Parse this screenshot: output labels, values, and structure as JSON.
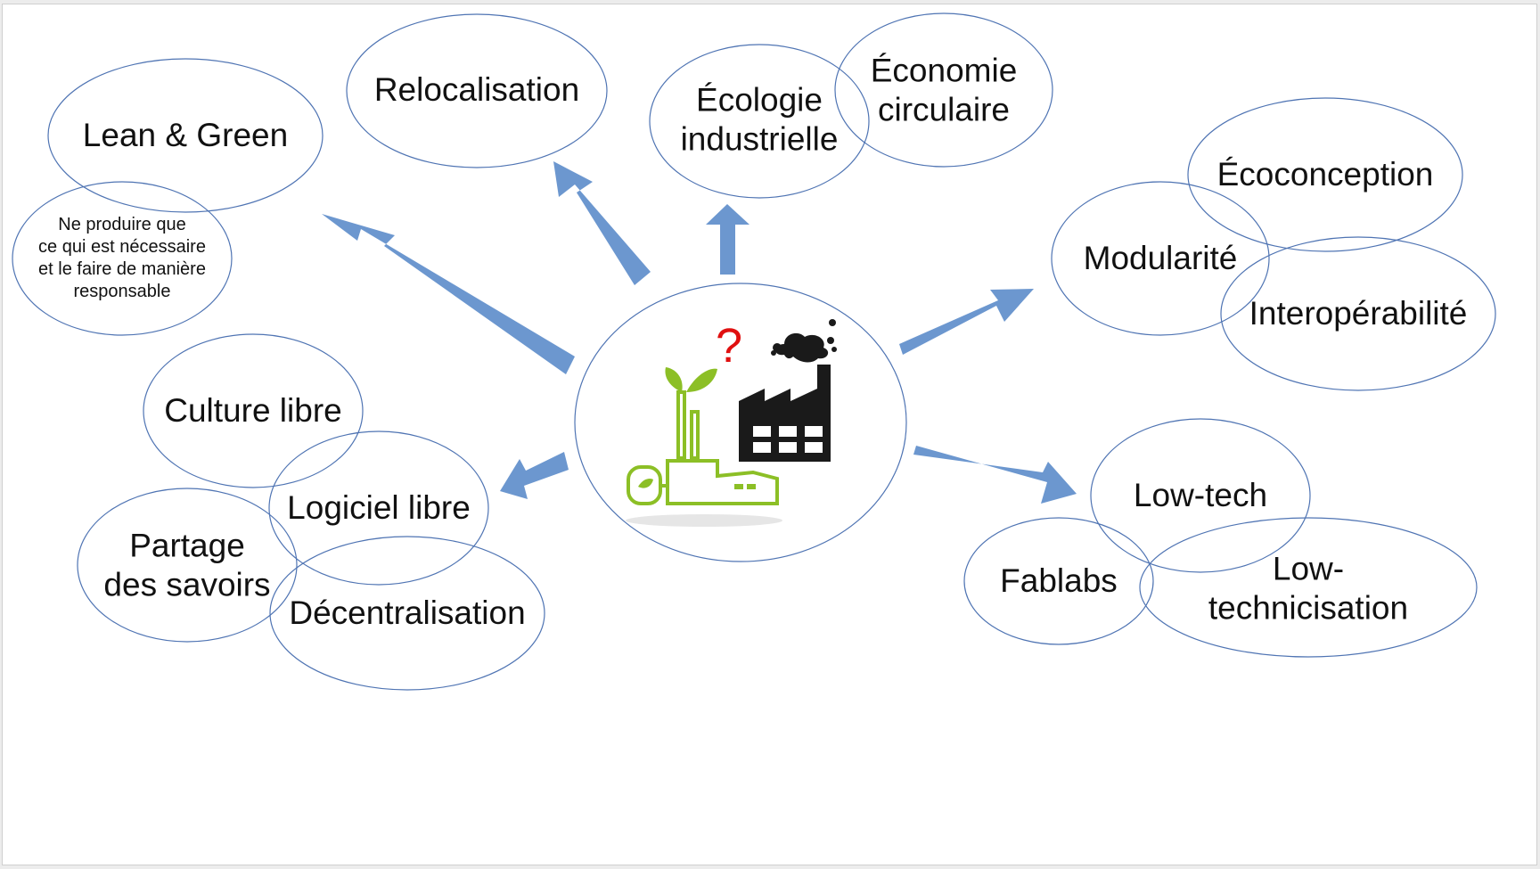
{
  "nodes": {
    "lean_green": "Lean & Green",
    "lean_note": "Ne produire que\nce qui est nécessaire\net le faire de manière\nresponsable",
    "relocalisation": "Relocalisation",
    "ecologie": "Écologie\nindustrielle",
    "economie": "Économie\ncirculaire",
    "ecoconception": "Écoconception",
    "modularite": "Modularité",
    "interoperabilite": "Interopérabilité",
    "culture_libre": "Culture libre",
    "logiciel_libre": "Logiciel libre",
    "partage": "Partage\ndes savoirs",
    "decentralisation": "Décentralisation",
    "low_tech": "Low-tech",
    "fablabs": "Fablabs",
    "low_technicisation": "Low-technicisation"
  },
  "center": {
    "question_mark": "?"
  },
  "colors": {
    "arrow": "#6c97cf",
    "bubble_stroke": "#4f74b3",
    "green_factory": "#8cbf26",
    "dark_factory": "#1a1a1a",
    "question_mark": "#e01010"
  },
  "icons": [
    "green-factory-icon",
    "polluting-factory-icon"
  ]
}
